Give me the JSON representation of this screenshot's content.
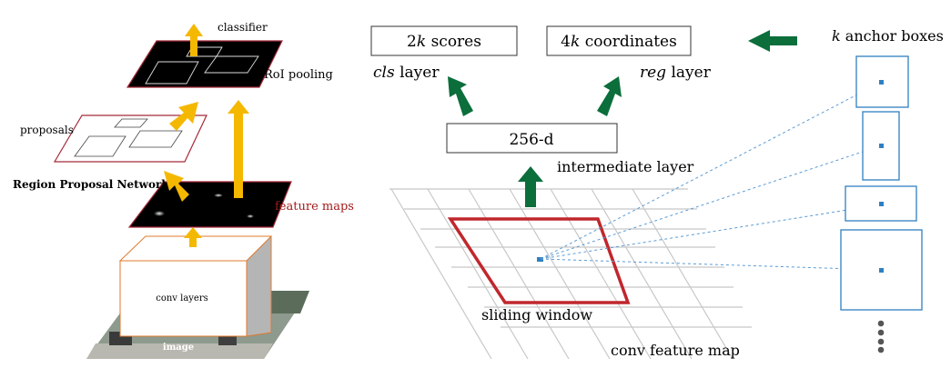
{
  "left_panel": {
    "classifier_label": "classifier",
    "roi_pooling_label": "RoI pooling",
    "proposals_label": "proposals",
    "rpn_label": "Region Proposal Network",
    "feature_maps_label": "feature maps",
    "conv_layers_label": "conv layers",
    "image_label": "image"
  },
  "right_panel": {
    "scores_num": "2",
    "scores_k": "k",
    "scores_rest": " scores",
    "coords_num": "4",
    "coords_k": "k",
    "coords_rest": " coordinates",
    "cls_italic": "cls",
    "cls_rest": " layer",
    "reg_italic": "reg",
    "reg_rest": " layer",
    "intermediate_box": "256-d",
    "intermediate_label": "intermediate layer",
    "sliding_window_label": "sliding window",
    "conv_feature_map_label": "conv feature map",
    "anchor_k": "k",
    "anchor_rest": " anchor boxes"
  },
  "colors": {
    "arrow_orange": "#f5b800",
    "arrow_green": "#0b6e3b",
    "sliding_red": "#c0272d",
    "proposal_red": "#a52a3a",
    "anchor_blue": "#2f7fc1",
    "feature_text_red": "#a01b1b"
  }
}
